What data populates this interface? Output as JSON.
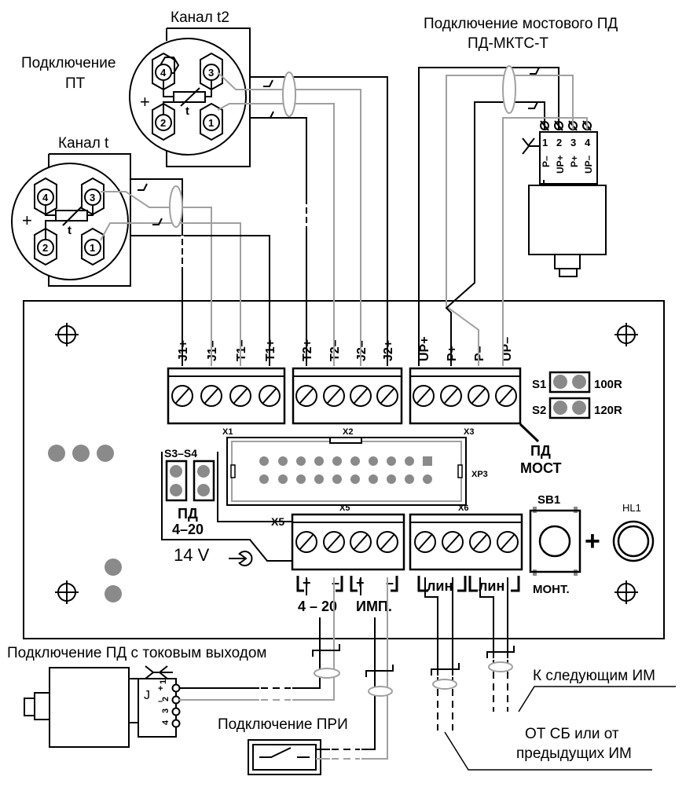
{
  "labels": {
    "pt_connection_1": "Подключение",
    "pt_connection_2": "ПТ",
    "channel_t2": "Канал t2",
    "channel_t": "Канал t",
    "bridge_pd_1": "Подключение мостового ПД",
    "bridge_pd_2": "ПД-МКТС-Т",
    "current_pd": "Подключение ПД с токовым выходом",
    "pri": "Подключение ПРИ",
    "next_im": "К следующим ИМ",
    "from_sb_1": "ОТ СБ или от",
    "from_sb_2": "предыдущих ИМ",
    "v14": "14 V",
    "pd_4_20_1": "ПД",
    "pd_4_20_2": "4–20",
    "pd_bridge_1": "ПД",
    "pd_bridge_2": "МОСТ",
    "out_4_20": "4 – 20",
    "out_imp": "ИМП.",
    "lin1": "лин",
    "lin2": "лин",
    "plus": "+",
    "mont": "МОНТ."
  },
  "sensors": {
    "pins": [
      "4",
      "3",
      "2",
      "1"
    ],
    "t": "t",
    "plus": "+"
  },
  "terminals": {
    "x1": [
      "J1+",
      "J1–",
      "T1–",
      "T1+"
    ],
    "x2": [
      "T2+",
      "T2–",
      "J2–",
      "J2+"
    ],
    "x3": [
      "UP+",
      "P+",
      "P–",
      "UP–"
    ],
    "x5": [
      "+",
      "–",
      "+",
      "–"
    ],
    "x6_lin": [
      "лин",
      "лин"
    ]
  },
  "refs": {
    "x1": "X1",
    "x2": "X2",
    "x3": "X3",
    "x5": "X5",
    "x5_side": "X5",
    "x6": "X6",
    "xp3": "XP3",
    "s1": "S1",
    "s2": "S2",
    "s3s4": "S3–S4",
    "r100": "100R",
    "r120": "120R",
    "sb1": "SB1",
    "hl1": "HL1"
  },
  "bridge_connector": {
    "pins": [
      "1",
      "2",
      "3",
      "4"
    ],
    "signals": [
      "P–",
      "UP+",
      "P+",
      "UP–"
    ]
  },
  "current_connector": {
    "j": "J",
    "pins": [
      "1",
      "2",
      "3",
      "4"
    ],
    "signs": [
      "+",
      "–"
    ]
  }
}
